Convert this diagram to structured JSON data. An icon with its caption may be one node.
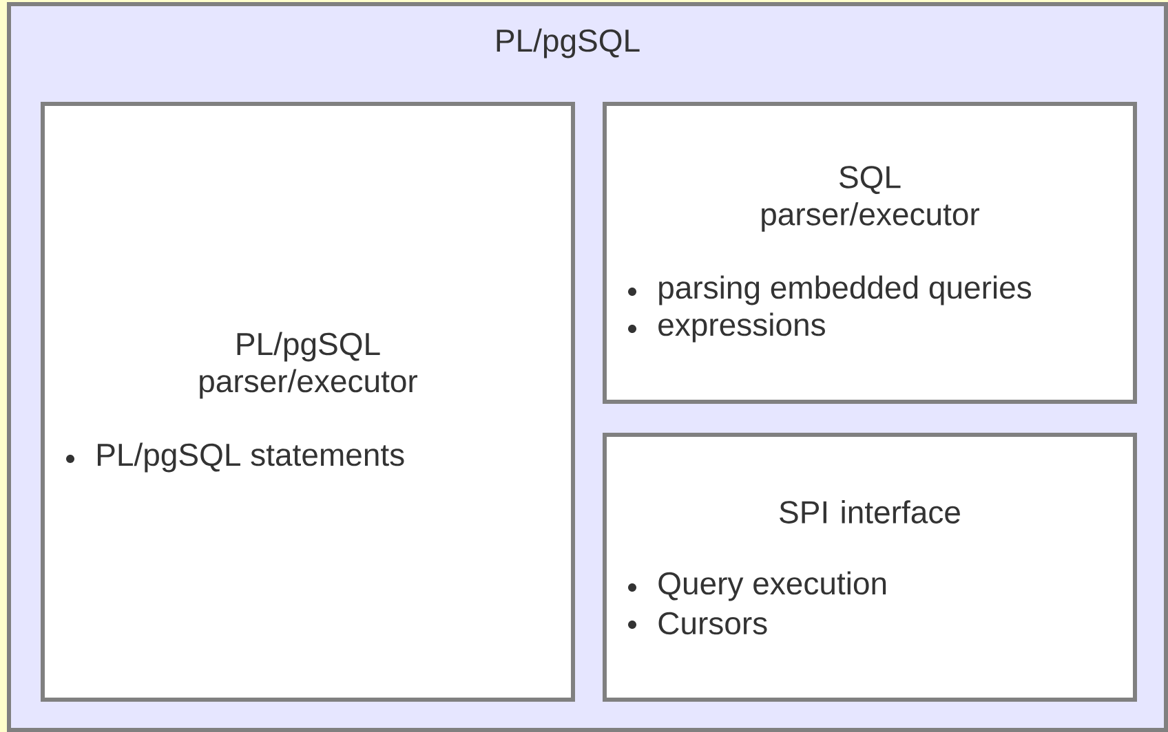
{
  "diagram": {
    "nodes": [
      {
        "text": [
          "PL/pgSQL"
        ]
      },
      {
        "text": [
          "PL/pgSQL parser/executor",
          "PL/pgSQL statements"
        ],
        "in": 0
      },
      {
        "text": [
          "SQL parser/executor",
          "parsing embedded queries",
          "expressions"
        ],
        "in": 0
      },
      {
        "text": [
          "SPI interface",
          "Query execution",
          "Cursors"
        ],
        "in": 0
      }
    ]
  }
}
